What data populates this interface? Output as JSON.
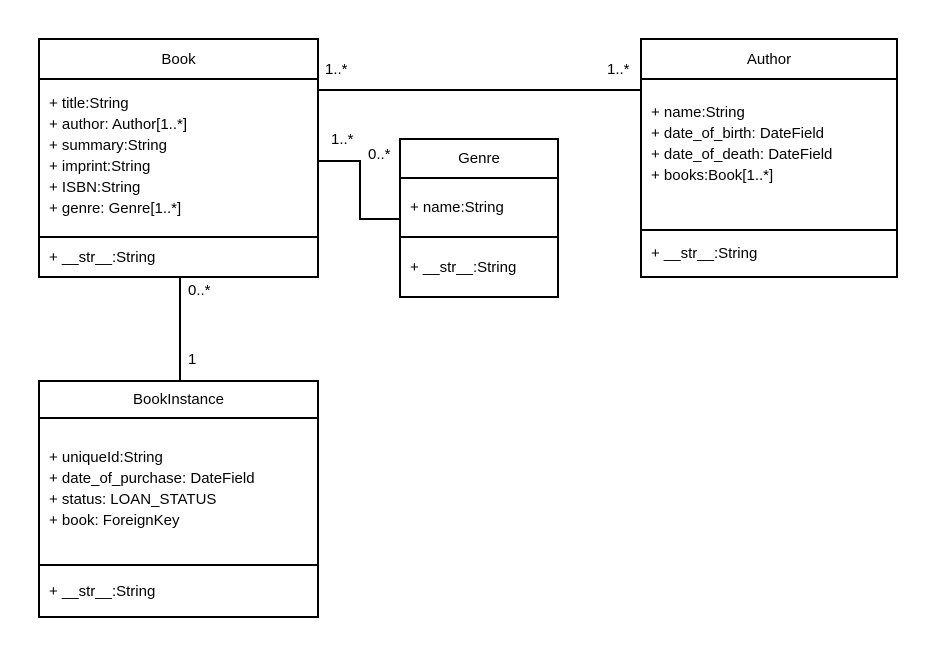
{
  "diagram": {
    "background_color": "#ffffff",
    "stroke_color": "#000000",
    "classes": [
      {
        "name": "Book",
        "attributes": [
          "+ title:String",
          "+ author: Author[1..*]",
          "+ summary:String",
          "+ imprint:String",
          "+ ISBN:String",
          "+ genre: Genre[1..*]"
        ],
        "methods": [
          "+ __str__:String"
        ]
      },
      {
        "name": "Author",
        "attributes": [
          "+ name:String",
          "+ date_of_birth: DateField",
          "+ date_of_death: DateField",
          "+ books:Book[1..*]"
        ],
        "methods": [
          "+ __str__:String"
        ]
      },
      {
        "name": "Genre",
        "attributes": [
          "+ name:String"
        ],
        "methods": [
          "+ __str__:String"
        ]
      },
      {
        "name": "BookInstance",
        "attributes": [
          "+ uniqueId:String",
          "+ date_of_purchase: DateField",
          "+ status: LOAN_STATUS",
          "+ book: ForeignKey"
        ],
        "methods": [
          "+ __str__:String"
        ]
      }
    ],
    "relationships": [
      {
        "from": "Book",
        "to": "Author",
        "from_multiplicity": "1..*",
        "to_multiplicity": "1..*"
      },
      {
        "from": "Book",
        "to": "Genre",
        "from_multiplicity": "1..*",
        "to_multiplicity": "0..*"
      },
      {
        "from": "Book",
        "to": "BookInstance",
        "from_multiplicity": "0..*",
        "to_multiplicity": "1"
      }
    ]
  }
}
